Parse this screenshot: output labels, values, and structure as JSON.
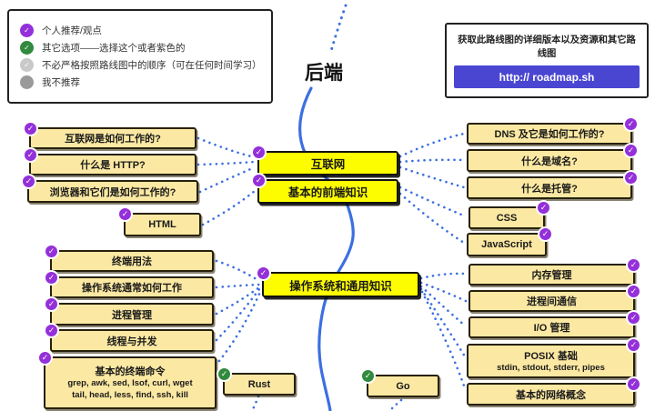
{
  "title": "后端",
  "legend": {
    "items": [
      {
        "icon": "purple-check-icon",
        "label": "个人推荐/观点"
      },
      {
        "icon": "green-check-icon",
        "label": "其它选项——选择这个或者紫色的"
      },
      {
        "icon": "gray-check-icon",
        "label": "不必严格按照路线图中的顺序（可在任何时间学习）"
      },
      {
        "icon": "gray-dot-icon",
        "label": "我不推荐"
      }
    ]
  },
  "resource_box": {
    "text": "获取此路线图的详细版本以及资源和其它路线图",
    "link_label": "http:// roadmap.sh"
  },
  "hubs": {
    "internet": "互联网",
    "frontend_basics": "基本的前端知识",
    "os_general": "操作系统和通用知识"
  },
  "topics": {
    "how_internet_works": "互联网是如何工作的?",
    "what_is_http": "什么是 HTTP?",
    "browsers": "浏览器和它们是如何工作的?",
    "html": "HTML",
    "dns": "DNS 及它是如何工作的?",
    "domain_name": "什么是域名?",
    "hosting": "什么是托管?",
    "css": "CSS",
    "javascript": "JavaScript",
    "terminal_usage": "终端用法",
    "os_how_works": "操作系统通常如何工作",
    "process_management": "进程管理",
    "threads_concurrency": "线程与并发",
    "terminal_commands_title": "基本的终端命令",
    "terminal_commands_line1": "grep, awk, sed, lsof, curl, wget",
    "terminal_commands_line2": "tail, head, less, find, ssh, kill",
    "memory_management": "内存管理",
    "ipc": "进程间通信",
    "io_management": "I/O 管理",
    "posix_title": "POSIX 基础",
    "posix_sub": "stdin, stdout, stderr, pipes",
    "network_concepts": "基本的网络概念",
    "rust": "Rust",
    "go": "Go"
  },
  "colors": {
    "hub_yellow": "#fdfd00",
    "node_cream": "#fbe8a2",
    "check_purple": "#9430d9",
    "check_green": "#318a3e",
    "line_blue": "#3c6fe1",
    "button_blue": "#4a46d2"
  }
}
